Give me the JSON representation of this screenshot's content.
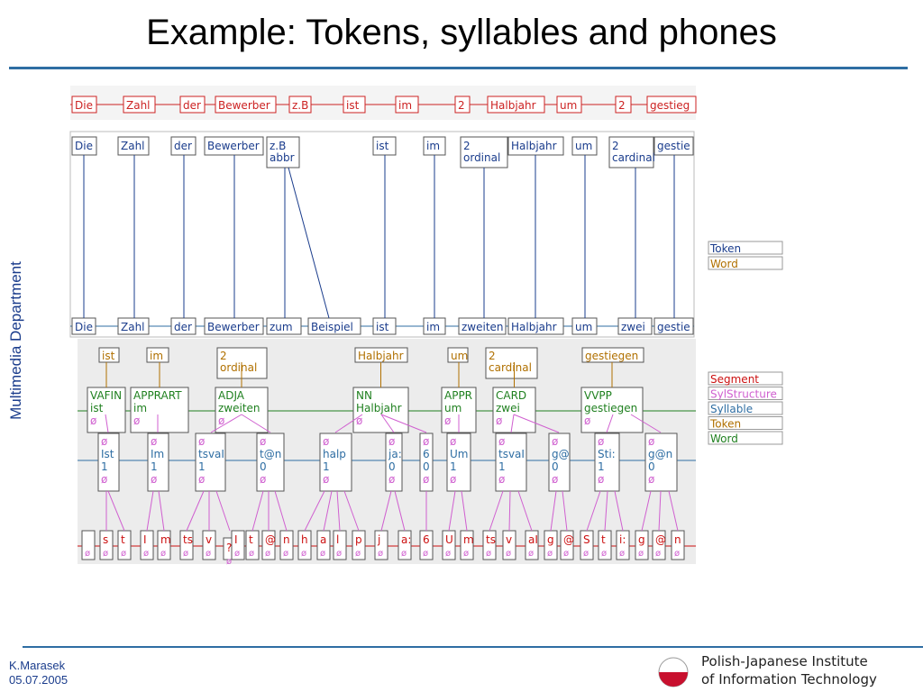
{
  "slide": {
    "title": "Example: Tokens, syllables and phones",
    "side_label": "Multimedia Department",
    "author": "K.Marasek",
    "date": "05.07.2005",
    "institute_line1": "Polish-Japanese Institute",
    "institute_line2": "of Information Technology"
  },
  "panel1": {
    "tokens": [
      "Die",
      "Zahl",
      "der",
      "Bewerber",
      "z.B",
      "ist",
      "im",
      "2",
      "Halbjahr",
      "um",
      "2",
      "gestieg"
    ]
  },
  "panel2": {
    "top": [
      [
        "Die"
      ],
      [
        "Zahl"
      ],
      [
        "der"
      ],
      [
        "Bewerber"
      ],
      [
        "z.B",
        "abbr"
      ],
      [
        "ist"
      ],
      [
        "im"
      ],
      [
        "2",
        "ordinal"
      ],
      [
        "Halbjahr"
      ],
      [
        "um"
      ],
      [
        "2",
        "cardinal"
      ],
      [
        "gestie"
      ]
    ],
    "bottom": [
      "Die",
      "Zahl",
      "der",
      "Bewerber",
      "zum",
      "Beispiel",
      "ist",
      "im",
      "zweiten",
      "Halbjahr",
      "um",
      "zwei",
      "gestie"
    ],
    "legend": [
      "Token",
      "Word"
    ]
  },
  "panel3": {
    "words": [
      [
        "ist"
      ],
      [
        "im"
      ],
      [
        "2",
        "ordinal"
      ],
      [
        "Halbjahr"
      ],
      [
        "um"
      ],
      [
        "2",
        "cardinal"
      ],
      [
        "gestiegen"
      ]
    ],
    "tokens": [
      [
        "VAFIN",
        "ist",
        "ø"
      ],
      [
        "APPRART",
        "im",
        "ø"
      ],
      [
        "ADJA",
        "zweiten",
        "ø"
      ],
      [
        "NN",
        "Halbjahr",
        "ø"
      ],
      [
        "APPR",
        "um",
        "ø"
      ],
      [
        "CARD",
        "zwei",
        "ø"
      ],
      [
        "VVPP",
        "gestiegen",
        "ø"
      ]
    ],
    "syllables": [
      [
        "ø",
        "Ist",
        "1",
        "ø"
      ],
      [
        "ø",
        "Im",
        "1",
        "ø"
      ],
      [
        "ø",
        "tsvaI",
        "1",
        "ø"
      ],
      [
        "ø",
        "t@n",
        "0",
        "ø"
      ],
      [
        "ø",
        "halp",
        "1",
        "ø"
      ],
      [
        "ø",
        "ja:",
        "0",
        "ø"
      ],
      [
        "ø",
        "6",
        "0",
        "ø"
      ],
      [
        "ø",
        "Um",
        "1",
        "ø"
      ],
      [
        "ø",
        "tsvaI",
        "1",
        "ø"
      ],
      [
        "ø",
        "g@",
        "0",
        "ø"
      ],
      [
        "ø",
        "Sti:",
        "1",
        "ø"
      ],
      [
        "ø",
        "g@n",
        "0",
        "ø"
      ]
    ],
    "segments": [
      "",
      "s",
      "t",
      "I",
      "m",
      "ts",
      "v",
      "?",
      "I",
      "t",
      "@",
      "n",
      "h",
      "a",
      "l",
      "p",
      "j",
      "a:",
      "6",
      "U",
      "m",
      "ts",
      "v",
      "aI",
      "g",
      "@",
      "S",
      "t",
      "i:",
      "g",
      "@",
      "n"
    ],
    "empty_mark": "ø",
    "legend": [
      "Segment",
      "SylStructure",
      "Syllable",
      "Token",
      "Word"
    ]
  },
  "colors": {
    "panel1_border": "#cc2222",
    "segment": "#cc1111",
    "sylstructure": "#d060d0",
    "syllable": "#2f6ea3",
    "token": "#b07000",
    "word": "#208020",
    "title_rule": "#2f6ea3"
  }
}
